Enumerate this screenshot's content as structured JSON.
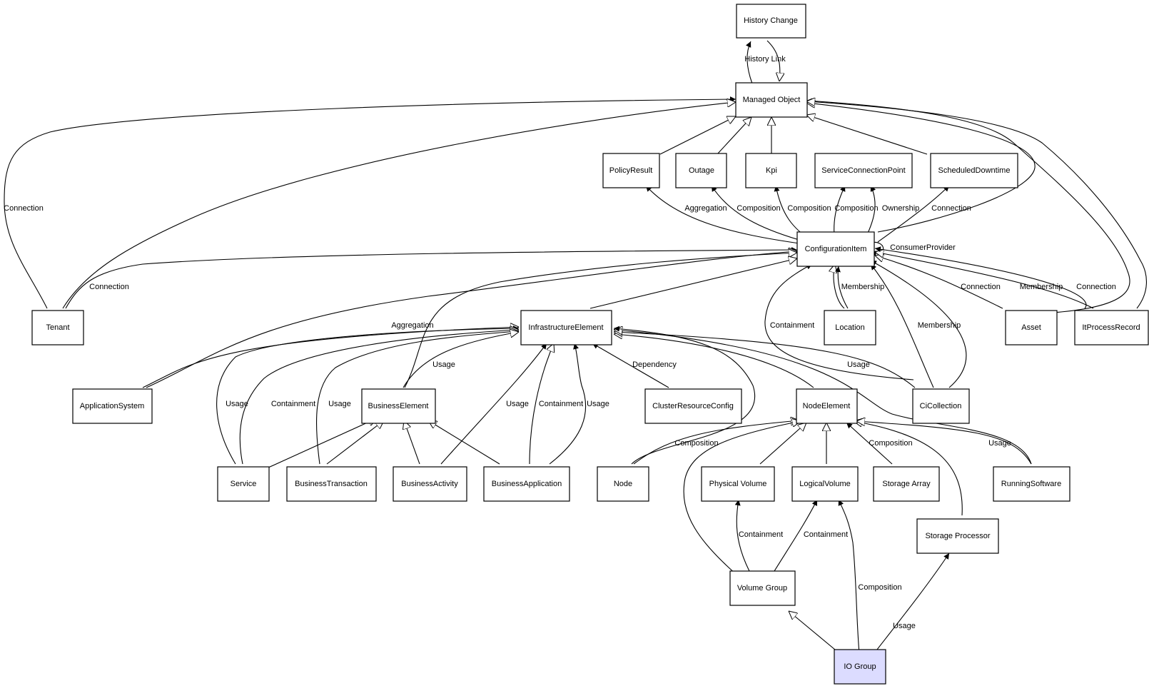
{
  "diagram": {
    "nodes": [
      {
        "id": "history_change",
        "label": "History Change"
      },
      {
        "id": "managed_object",
        "label": "Managed Object"
      },
      {
        "id": "policy_result",
        "label": "PolicyResult"
      },
      {
        "id": "outage",
        "label": "Outage"
      },
      {
        "id": "kpi",
        "label": "Kpi"
      },
      {
        "id": "service_connection_point",
        "label": "ServiceConnectionPoint"
      },
      {
        "id": "scheduled_downtime",
        "label": "ScheduledDowntime"
      },
      {
        "id": "configuration_item",
        "label": "ConfigurationItem"
      },
      {
        "id": "tenant",
        "label": "Tenant"
      },
      {
        "id": "infrastructure_element",
        "label": "InfrastructureElement"
      },
      {
        "id": "location",
        "label": "Location"
      },
      {
        "id": "asset",
        "label": "Asset"
      },
      {
        "id": "itprocess_record",
        "label": "ItProcessRecord"
      },
      {
        "id": "application_system",
        "label": "ApplicationSystem"
      },
      {
        "id": "business_element",
        "label": "BusinessElement"
      },
      {
        "id": "cluster_resource_config",
        "label": "ClusterResourceConfig"
      },
      {
        "id": "node_element",
        "label": "NodeElement"
      },
      {
        "id": "ci_collection",
        "label": "CiCollection"
      },
      {
        "id": "service",
        "label": "Service"
      },
      {
        "id": "business_transaction",
        "label": "BusinessTransaction"
      },
      {
        "id": "business_activity",
        "label": "BusinessActivity"
      },
      {
        "id": "business_application",
        "label": "BusinessApplication"
      },
      {
        "id": "node",
        "label": "Node"
      },
      {
        "id": "physical_volume",
        "label": "Physical Volume"
      },
      {
        "id": "logical_volume",
        "label": "LogicalVolume"
      },
      {
        "id": "storage_array",
        "label": "Storage Array"
      },
      {
        "id": "running_software",
        "label": "RunningSoftware"
      },
      {
        "id": "storage_processor",
        "label": "Storage Processor"
      },
      {
        "id": "volume_group",
        "label": "Volume Group"
      },
      {
        "id": "io_group",
        "label": "IO Group"
      }
    ],
    "edge_labels": [
      {
        "id": "history_link",
        "text": "History Link"
      },
      {
        "id": "tenant_mo_connection",
        "text": "Connection"
      },
      {
        "id": "ci_policy_aggregation",
        "text": "Aggregation"
      },
      {
        "id": "ci_outage_composition",
        "text": "Composition"
      },
      {
        "id": "ci_kpi_composition",
        "text": "Composition"
      },
      {
        "id": "ci_scp_composition",
        "text": "Composition"
      },
      {
        "id": "ci_scp_ownership",
        "text": "Ownership"
      },
      {
        "id": "ci_sd_connection",
        "text": "Connection"
      },
      {
        "id": "ci_consumer_provider",
        "text": "ConsumerProvider"
      },
      {
        "id": "tenant_ci_connection",
        "text": "Connection"
      },
      {
        "id": "location_membership",
        "text": "Membership"
      },
      {
        "id": "asset_connection",
        "text": "Connection"
      },
      {
        "id": "itpr_membership",
        "text": "Membership"
      },
      {
        "id": "itpr_connection",
        "text": "Connection"
      },
      {
        "id": "appsys_aggregation",
        "text": "Aggregation"
      },
      {
        "id": "ci_containment",
        "text": "Containment"
      },
      {
        "id": "cicollection_membership",
        "text": "Membership"
      },
      {
        "id": "be_usage",
        "text": "Usage"
      },
      {
        "id": "cluster_dependency",
        "text": "Dependency"
      },
      {
        "id": "cicollection_usage",
        "text": "Usage"
      },
      {
        "id": "service_usage",
        "text": "Usage"
      },
      {
        "id": "service_containment",
        "text": "Containment"
      },
      {
        "id": "bt_usage",
        "text": "Usage"
      },
      {
        "id": "ba_usage",
        "text": "Usage"
      },
      {
        "id": "bapp_containment",
        "text": "Containment"
      },
      {
        "id": "bapp_usage",
        "text": "Usage"
      },
      {
        "id": "node_composition",
        "text": "Composition"
      },
      {
        "id": "storage_array_composition",
        "text": "Composition"
      },
      {
        "id": "running_software_usage",
        "text": "Usage"
      },
      {
        "id": "vg_pv_containment",
        "text": "Containment"
      },
      {
        "id": "vg_lv_containment",
        "text": "Containment"
      },
      {
        "id": "io_lv_composition",
        "text": "Composition"
      },
      {
        "id": "io_sp_usage",
        "text": "Usage"
      }
    ]
  }
}
